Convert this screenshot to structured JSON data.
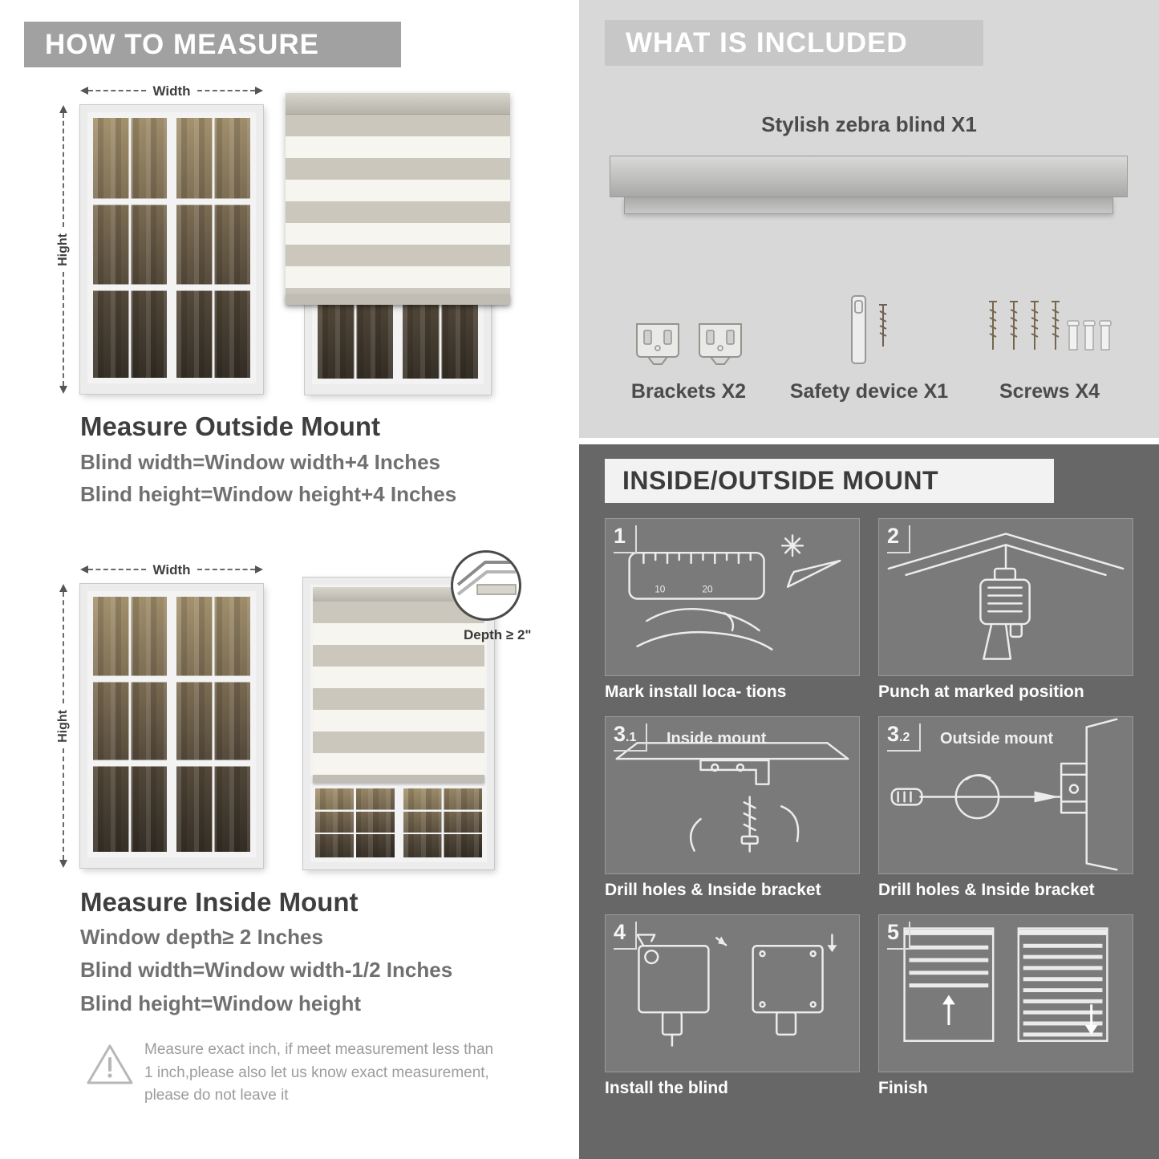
{
  "colors": {
    "left_banner_bg": "#a1a1a1",
    "included_bg": "#d8d8d8",
    "included_banner_bg": "#c7c7c7",
    "mount_bg": "#676767",
    "panel_bg": "#7a7a7a",
    "heading_text": "#3e3e3e",
    "body_text": "#707070"
  },
  "measure": {
    "header": "HOW TO MEASURE",
    "width_label": "Width",
    "height_label": "Hight",
    "outside": {
      "title": "Measure Outside Mount",
      "lines": [
        "Blind width=Window width+4 Inches",
        "Blind height=Window height+4 Inches"
      ]
    },
    "inside": {
      "title": "Measure Inside Mount",
      "depth_label": "Depth ≥ 2\"",
      "lines": [
        "Window depth≥ 2 Inches",
        "Blind width=Window width-1/2 Inches",
        "Blind height=Window height"
      ]
    },
    "note": "Measure exact inch, if meet measurement less than 1 inch,please also let us know exact measurement, please do not leave it"
  },
  "included": {
    "header": "WHAT IS INCLUDED",
    "blind_label": "Stylish zebra blind X1",
    "items": [
      {
        "label": "Brackets X2"
      },
      {
        "label": "Safety device X1"
      },
      {
        "label": "Screws X4"
      }
    ]
  },
  "mount": {
    "header": "INSIDE/OUTSIDE MOUNT",
    "steps": [
      {
        "num": "1",
        "sub": "",
        "title": "",
        "caption": "Mark install loca- tions"
      },
      {
        "num": "2",
        "sub": "",
        "title": "",
        "caption": "Punch at marked position"
      },
      {
        "num": "3",
        "sub": ".1",
        "title": "Inside mount",
        "caption": "Drill holes & Inside bracket"
      },
      {
        "num": "3",
        "sub": ".2",
        "title": "Outside mount",
        "caption": "Drill holes & Inside bracket"
      },
      {
        "num": "4",
        "sub": "",
        "title": "",
        "caption": "Install the blind"
      },
      {
        "num": "5",
        "sub": "",
        "title": "",
        "caption": "Finish"
      }
    ]
  }
}
